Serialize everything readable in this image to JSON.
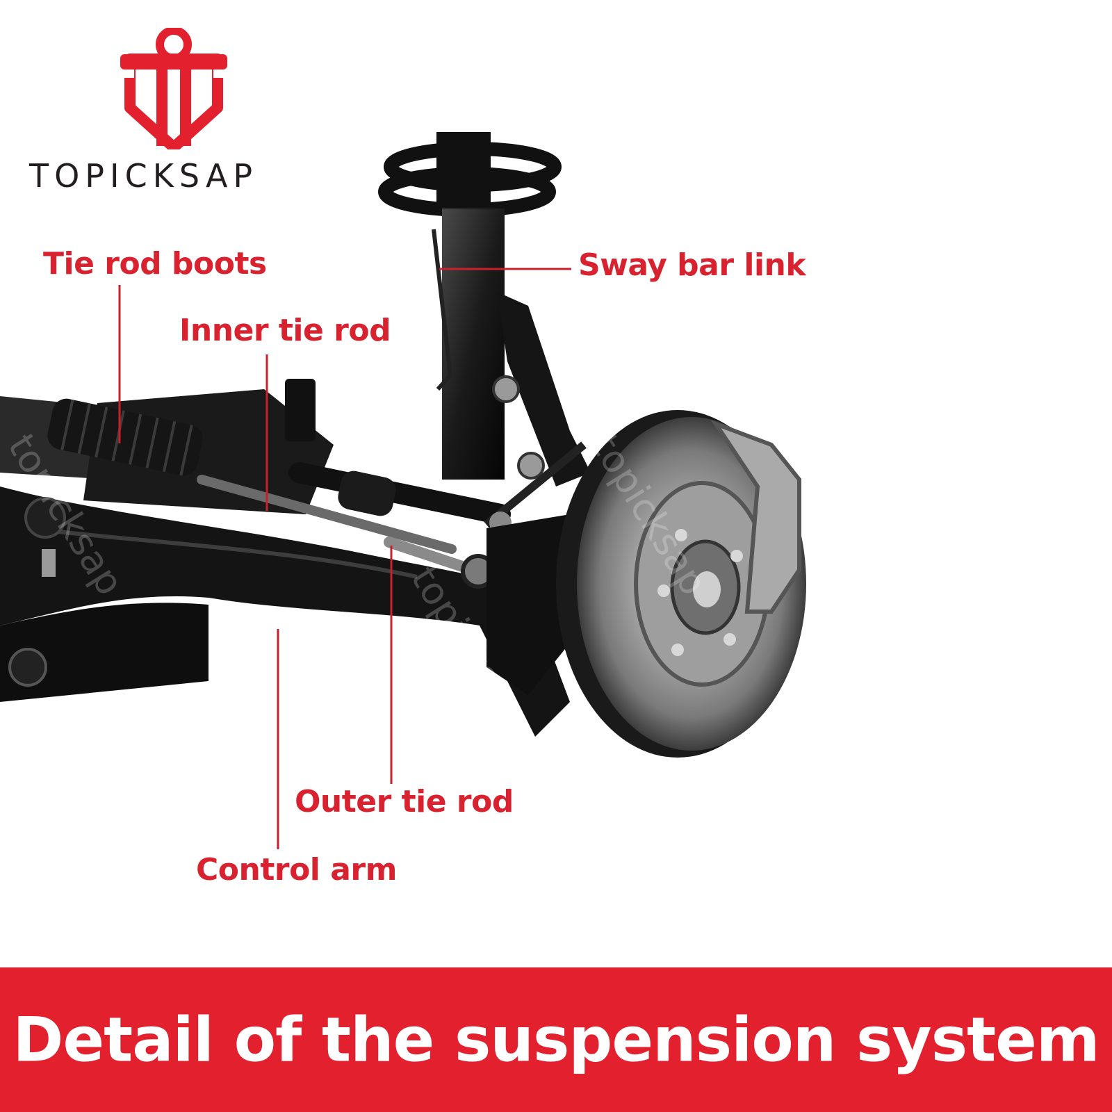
{
  "brand": {
    "name": "TOPICKSAP",
    "logo_icon": "t-shield-wrench-logo",
    "brand_color": "#e3202d",
    "text_color": "#231f20"
  },
  "watermark": {
    "text": "topicksap"
  },
  "diagram": {
    "labels": {
      "tie_rod_boots": "Tie rod boots",
      "inner_tie_rod": "Inner tie rod",
      "sway_bar_link": "Sway bar link",
      "outer_tie_rod": "Outer tie rod",
      "control_arm": "Control arm"
    },
    "label_color": "#d8222f",
    "leader_color": "#c8202c"
  },
  "banner": {
    "title": "Detail of the suspension system",
    "background": "#e3202d"
  }
}
